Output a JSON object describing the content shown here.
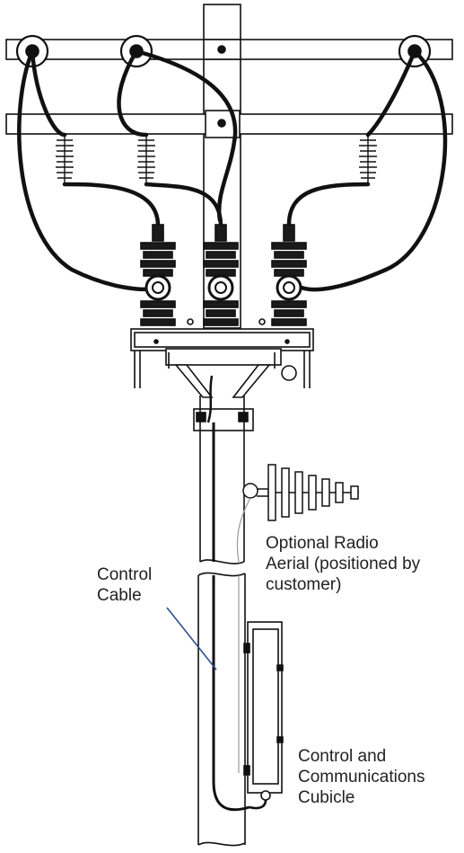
{
  "labels": {
    "radio_aerial": [
      "Optional Radio",
      "Aerial (positioned by",
      "customer)"
    ],
    "control_cable": [
      "Control",
      "Cable"
    ],
    "cubicle": [
      "Control and",
      "Communications",
      "Cubicle"
    ]
  },
  "colors": {
    "line": "#111111",
    "leader": "#2f4f8f",
    "text": "#222222"
  }
}
